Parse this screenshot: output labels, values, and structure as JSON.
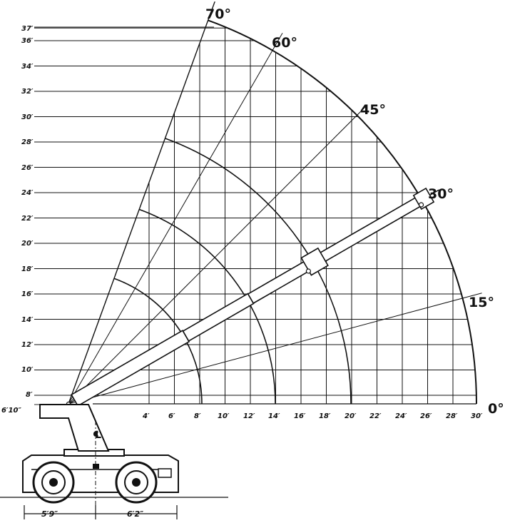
{
  "y_axis_labels": [
    "37′",
    "36′",
    "34′",
    "32′",
    "30′",
    "28′",
    "26′",
    "24′",
    "22′",
    "20′",
    "18′",
    "16′",
    "14′",
    "12′",
    "10′",
    "8′",
    "6′10″"
  ],
  "y_axis_values_ft": [
    37,
    36,
    34,
    32,
    30,
    28,
    26,
    24,
    22,
    20,
    18,
    16,
    14,
    12,
    10,
    8,
    6.833
  ],
  "x_axis_labels": [
    "4′",
    "6′",
    "8′",
    "10′",
    "12′",
    "14′",
    "16′",
    "18′",
    "20′",
    "22′",
    "24′",
    "26′",
    "28′",
    "30′"
  ],
  "x_axis_values_ft": [
    4,
    6,
    8,
    10,
    12,
    14,
    16,
    18,
    20,
    22,
    24,
    26,
    28,
    30
  ],
  "boom_angle_labels": [
    "70°",
    "60°",
    "45°",
    "30°",
    "15°",
    "0°"
  ],
  "boom_angle_values_deg": [
    70,
    60,
    45,
    30,
    15,
    0
  ],
  "wheelbase_labels": [
    "5′9″",
    "6′2″"
  ],
  "centerline_symbol": "℄"
}
